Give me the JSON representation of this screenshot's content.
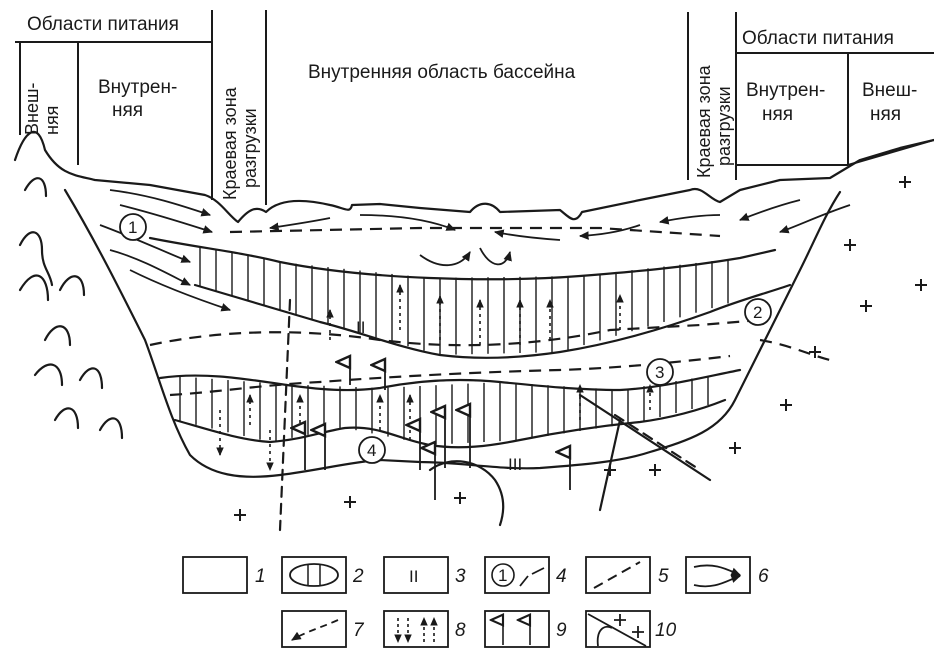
{
  "header": {
    "left_supply_title": "Области питания",
    "left_outer": "Внеш-\nняя",
    "left_inner": "Внутрен-\nняя",
    "left_margin_zone": "Краевая зона\nразгрузки",
    "center_title": "Внутренняя область бассейна",
    "right_margin_zone": "Краевая зона\nразгрузки",
    "right_supply_title": "Области питания",
    "right_inner": "Внутрен-\nняя",
    "right_outer": "Внеш-\nняя"
  },
  "section": {
    "roman_labels": [
      "II",
      "III"
    ],
    "circled_labels": [
      "1",
      "2",
      "3",
      "4"
    ]
  },
  "legend": {
    "items": [
      {
        "number": "1",
        "symbol": "empty-box"
      },
      {
        "number": "2",
        "symbol": "lens"
      },
      {
        "number": "3",
        "symbol": "roman-numeral",
        "text": "II"
      },
      {
        "number": "4",
        "symbol": "circled-number",
        "text": "1"
      },
      {
        "number": "5",
        "symbol": "dashed-line"
      },
      {
        "number": "6",
        "symbol": "converging-arrows"
      },
      {
        "number": "7",
        "symbol": "dashed-arrow"
      },
      {
        "number": "8",
        "symbol": "dotted-arrows"
      },
      {
        "number": "9",
        "symbol": "hollow-arrows"
      },
      {
        "number": "10",
        "symbol": "basement-crosses"
      }
    ]
  }
}
